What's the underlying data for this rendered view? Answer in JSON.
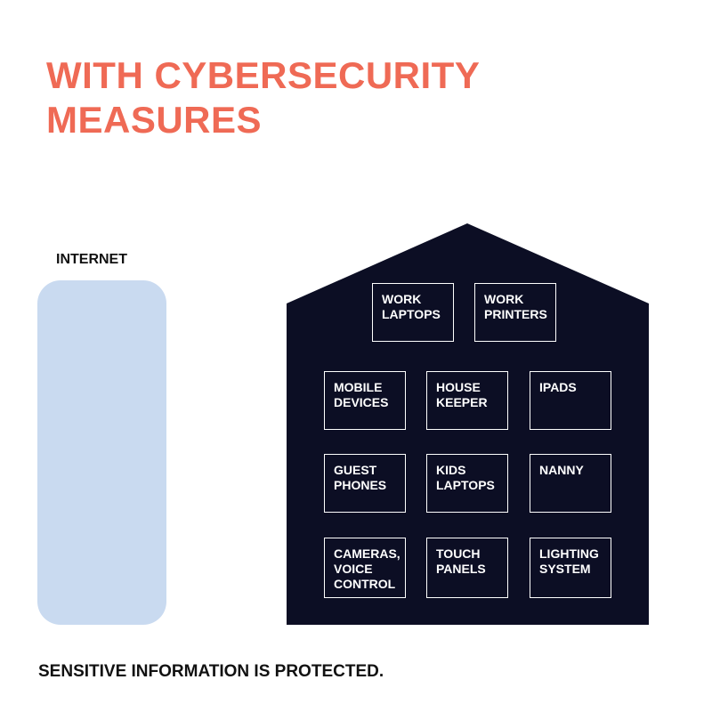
{
  "title": {
    "line1": "WITH CYBERSECURITY",
    "line2": "MEASURES"
  },
  "internet": {
    "label": "INTERNET",
    "color": "#c9daf0"
  },
  "house": {
    "color": "#0c0e24",
    "devices": [
      {
        "label": "WORK\nLAPTOPS"
      },
      {
        "label": "WORK\nPRINTERS"
      },
      {
        "label": "MOBILE\nDEVICES"
      },
      {
        "label": "HOUSE\nKEEPER"
      },
      {
        "label": "IPADS"
      },
      {
        "label": "GUEST\nPHONES"
      },
      {
        "label": "KIDS\nLAPTOPS"
      },
      {
        "label": "NANNY"
      },
      {
        "label": "CAMERAS,\nVOICE\nCONTROL"
      },
      {
        "label": "TOUCH\nPANELS"
      },
      {
        "label": "LIGHTING\nSYSTEM"
      }
    ]
  },
  "footer": {
    "text": "SENSITIVE INFORMATION IS PROTECTED."
  },
  "accent_color": "#ef6a55"
}
